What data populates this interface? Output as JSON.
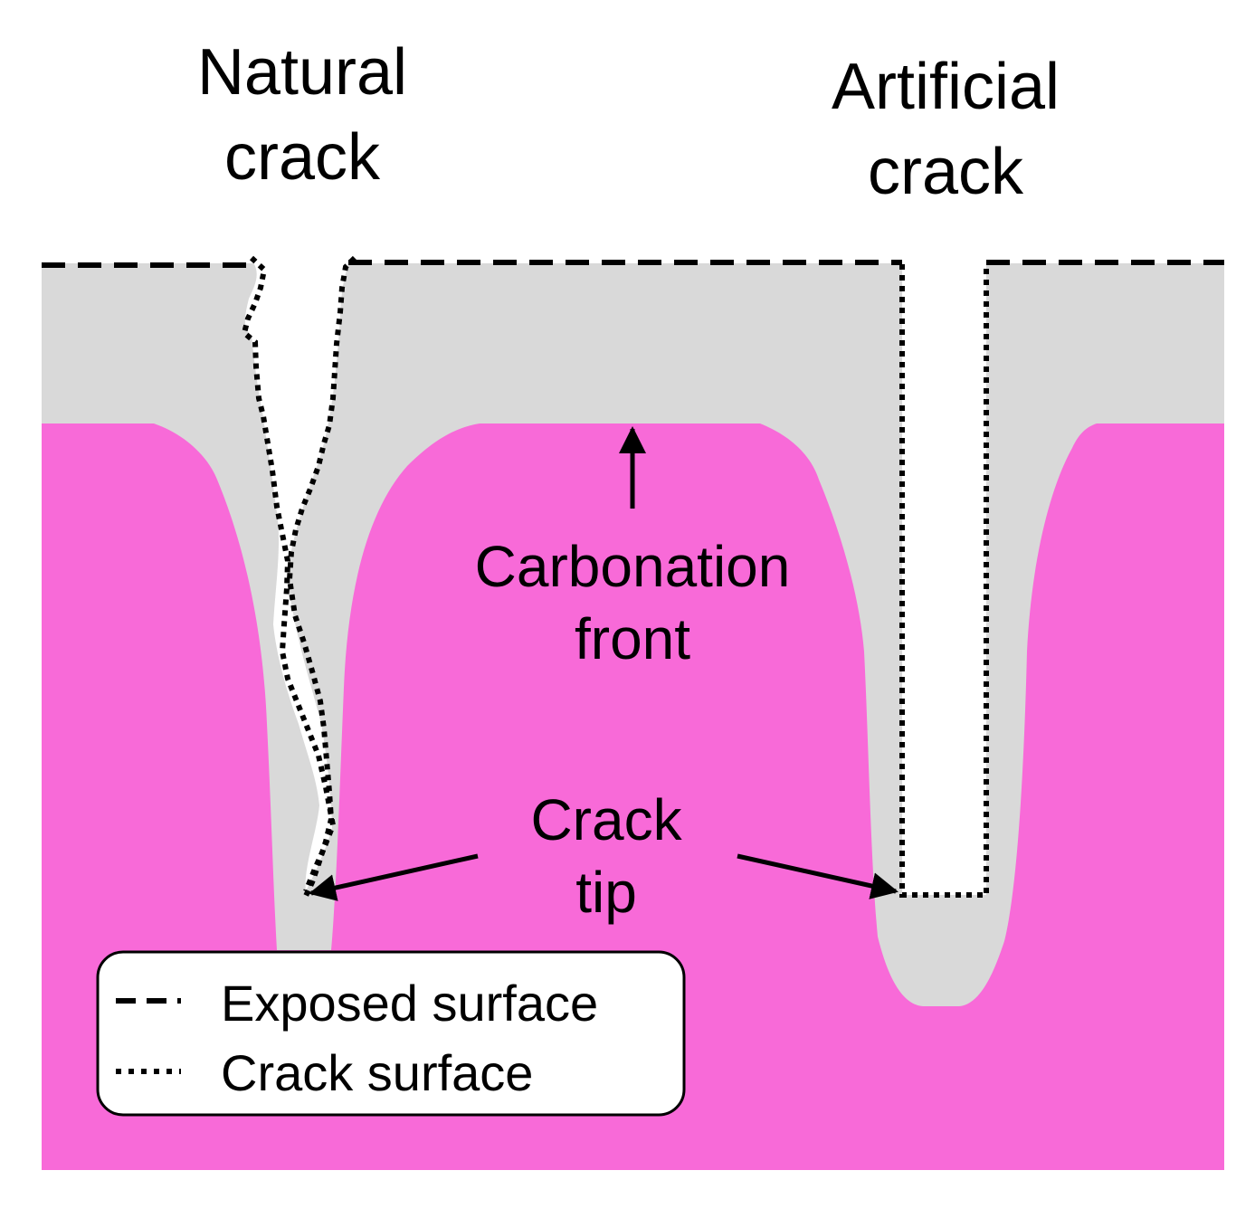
{
  "labels": {
    "natural_crack_line1": "Natural",
    "natural_crack_line2": "crack",
    "artificial_crack_line1": "Artificial",
    "artificial_crack_line2": "crack",
    "carbonation_front_line1": "Carbonation",
    "carbonation_front_line2": "front",
    "crack_tip_line1": "Crack",
    "crack_tip_line2": "tip"
  },
  "legend": {
    "items": [
      {
        "label": "Exposed surface",
        "line_style": "dashed"
      },
      {
        "label": "Crack surface",
        "line_style": "dotted"
      }
    ]
  },
  "colors": {
    "uncarbonated_concrete": "#f86ad8",
    "carbonated_zone": "#d9d9d9",
    "crack_void": "#ffffff",
    "lines": "#000000",
    "legend_background": "#ffffff"
  }
}
